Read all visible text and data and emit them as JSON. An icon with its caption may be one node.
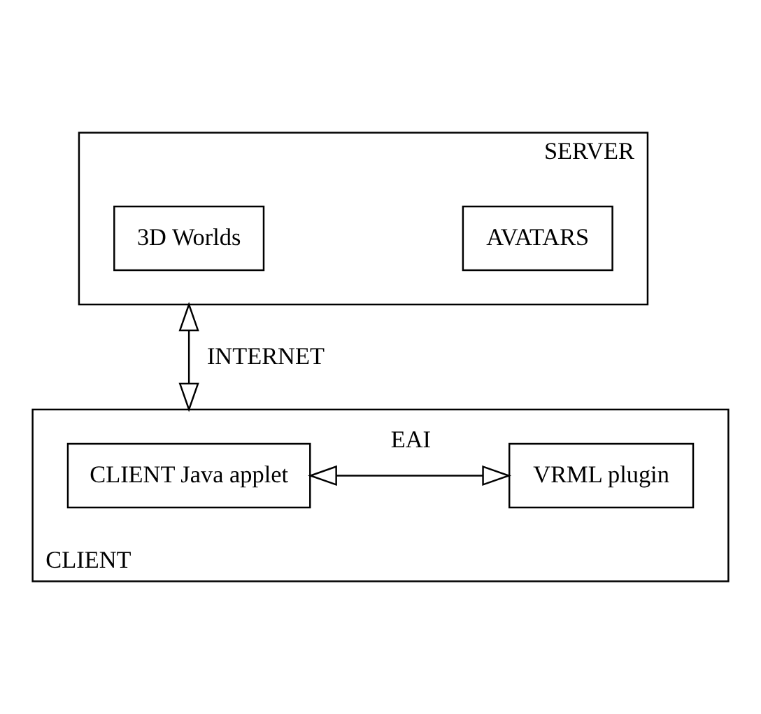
{
  "diagram": {
    "nodes": [
      {
        "text": [
          "SERVER"
        ]
      },
      {
        "text": [
          "3D Worlds"
        ],
        "in": 0
      },
      {
        "text": [
          "AVATARS"
        ],
        "in": 0
      },
      {
        "text": [
          "CLIENT"
        ]
      },
      {
        "text": [
          "CLIENT Java applet"
        ],
        "in": 3
      },
      {
        "text": [
          "VRML plugin"
        ],
        "in": 3
      }
    ],
    "edges": [
      {
        "from": 0,
        "to": 3,
        "arrow": "both",
        "label": "INTERNET"
      },
      {
        "from": 4,
        "to": 5,
        "arrow": "both",
        "label": "EAI"
      }
    ]
  }
}
